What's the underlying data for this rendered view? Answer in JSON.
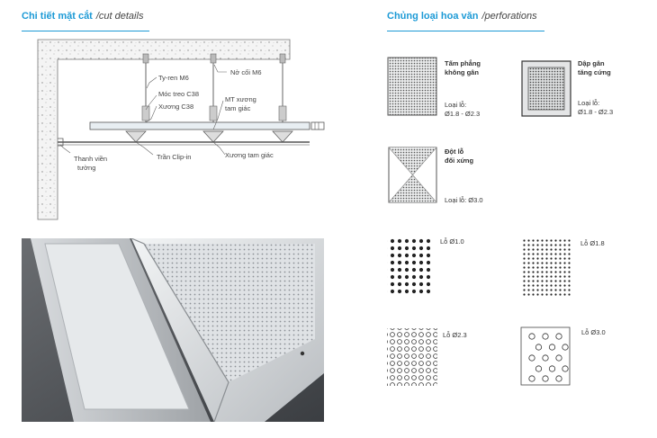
{
  "cut_section": {
    "title_vi": "Chi tiết mặt cắt",
    "title_en": "/cut details",
    "labels": {
      "threaded_rod": "Ty-ren M6",
      "anchor": "Nở cối M6",
      "hanger": "Móc treo C38",
      "c38_channel": "Xương C38",
      "triangle_joint": "MT xương",
      "triangle_joint_2": "tam giác",
      "wall_angle": "Thanh viền",
      "wall_angle_2": "tường",
      "clip_in": "Trần Clip-in",
      "triangle_channel": "Xương tam giác"
    }
  },
  "perforations": {
    "title_vi": "Chủng loại hoa văn",
    "title_en": "/perforations",
    "items": [
      {
        "name_1": "Tấm phẳng",
        "name_2": "không gân",
        "spec_1": "Loại lỗ:",
        "spec_2": "Ø1.8 - Ø2.3"
      },
      {
        "name_1": "Dập gân",
        "name_2": "tăng cứng",
        "spec_1": "Loại lỗ:",
        "spec_2": "Ø1.8 - Ø2.3"
      },
      {
        "name_1": "Đột lỗ",
        "name_2": "đối xứng",
        "spec_1": "Loại lỗ: Ø3.0"
      },
      {
        "label": "Lỗ Ø1.0"
      },
      {
        "label": "Lỗ Ø1.8"
      },
      {
        "label": "Lỗ Ø2.3"
      },
      {
        "label": "Lỗ Ø3.0"
      }
    ]
  }
}
